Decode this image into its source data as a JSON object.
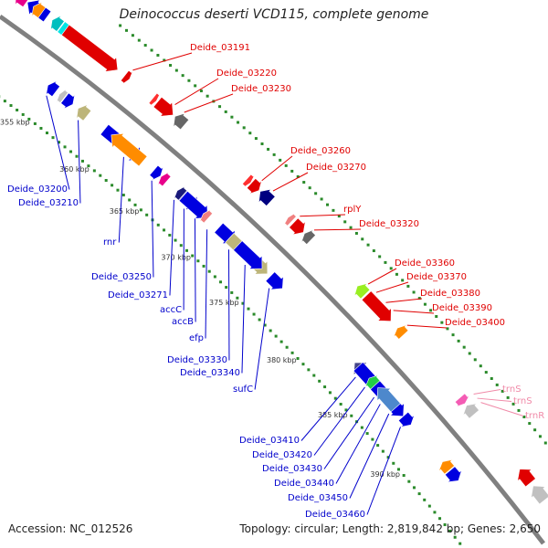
{
  "title": "Deinococcus deserti VCD115, complete genome",
  "accession": "Accession: NC_012526",
  "topology": "Topology: circular; Length: 2,819,842 bp; Genes: 2,650",
  "colors": {
    "backbone": "#808080",
    "label_red": "#e00000",
    "label_blue": "#0000cc",
    "label_pink": "#f08aa8",
    "dots": "#2a8a2a"
  },
  "kbp_labels": [
    "355 kbp",
    "360 kbp",
    "365 kbp",
    "370 kbp",
    "375 kbp",
    "380 kbp",
    "385 kbp",
    "390 kbp"
  ],
  "upper_labels": [
    "Deide_03191",
    "Deide_03220",
    "Deide_03230",
    "Deide_03260",
    "Deide_03270",
    "rplY",
    "Deide_03320",
    "Deide_03360",
    "Deide_03370",
    "Deide_03380",
    "Deide_03390",
    "Deide_03400"
  ],
  "lower_labels": [
    "Deide_03200",
    "Deide_03210",
    "rnr",
    "Deide_03250",
    "Deide_03271",
    "accC",
    "accB",
    "efp",
    "Deide_03330",
    "Deide_03340",
    "sufC",
    "Deide_03410",
    "Deide_03420",
    "Deide_03430",
    "Deide_03440",
    "Deide_03450",
    "Deide_03460"
  ],
  "trna_labels": [
    "trnS",
    "trnS",
    "trnR"
  ],
  "gene_blocks": {
    "outer": [
      {
        "c": "#e8008a",
        "s": 0.0,
        "e": 0.018,
        "f": "-"
      },
      {
        "c": "#0000e0",
        "s": 0.019,
        "e": 0.052,
        "f": "-"
      },
      {
        "c": "#ff8c00",
        "s": 0.029,
        "e": 0.043,
        "f": "-"
      },
      {
        "c": "#00bfbf",
        "s": 0.06,
        "e": 0.074,
        "f": "-"
      },
      {
        "c": "#00e5e5",
        "s": 0.075,
        "e": 0.17,
        "f": "+"
      },
      {
        "c": "#e00000",
        "s": 0.082,
        "e": 0.17,
        "f": "+"
      },
      {
        "c": "#e00000",
        "s": 0.182,
        "e": 0.19,
        "f": "+"
      },
      {
        "c": "#ff3030",
        "s": 0.23,
        "e": 0.236,
        "f": "+"
      },
      {
        "c": "#e00000",
        "s": 0.238,
        "e": 0.265,
        "f": "+"
      },
      {
        "c": "#666666",
        "s": 0.268,
        "e": 0.285,
        "f": "-"
      },
      {
        "c": "#ff3030",
        "s": 0.394,
        "e": 0.401,
        "f": "+"
      },
      {
        "c": "#e00000",
        "s": 0.402,
        "e": 0.416,
        "f": "+"
      },
      {
        "c": "#000080",
        "s": 0.418,
        "e": 0.437,
        "f": "-"
      },
      {
        "c": "#f08080",
        "s": 0.468,
        "e": 0.475,
        "f": "-"
      },
      {
        "c": "#e00000",
        "s": 0.478,
        "e": 0.496,
        "f": "+"
      },
      {
        "c": "#666666",
        "s": 0.498,
        "e": 0.51,
        "f": "-"
      },
      {
        "c": "#99ee22",
        "s": 0.595,
        "e": 0.61,
        "f": "-"
      },
      {
        "c": "#e00000",
        "s": 0.612,
        "e": 0.658,
        "f": "+"
      },
      {
        "c": "#ff8c00",
        "s": 0.67,
        "e": 0.682,
        "f": "-"
      },
      {
        "c": "#f45cb4",
        "s": 0.79,
        "e": 0.8,
        "f": "+"
      },
      {
        "c": "#c0c0c0",
        "s": 0.803,
        "e": 0.818,
        "f": "-"
      },
      {
        "c": "#e00000",
        "s": 0.908,
        "e": 0.93,
        "f": "-"
      },
      {
        "c": "#c0c0c0",
        "s": 0.935,
        "e": 0.958,
        "f": "-"
      }
    ],
    "inner": [
      {
        "c": "#0000e0",
        "s": 0.108,
        "e": 0.122,
        "f": "-"
      },
      {
        "c": "#c0c0c0",
        "s": 0.128,
        "e": 0.136,
        "f": "-"
      },
      {
        "c": "#0000e0",
        "s": 0.137,
        "e": 0.151,
        "f": "+"
      },
      {
        "c": "#bdb57a",
        "s": 0.16,
        "e": 0.176,
        "f": "-"
      },
      {
        "c": "#0000e0",
        "s": 0.206,
        "e": 0.27,
        "f": "+"
      },
      {
        "c": "#ff8c00",
        "s": 0.218,
        "e": 0.274,
        "f": "-"
      },
      {
        "c": "#0000e0",
        "s": 0.293,
        "e": 0.305,
        "f": "+"
      },
      {
        "c": "#e8008a",
        "s": 0.306,
        "e": 0.316,
        "f": "-"
      },
      {
        "c": "#1a1a7a",
        "s": 0.335,
        "e": 0.345,
        "f": "-"
      },
      {
        "c": "#6655cc",
        "s": 0.345,
        "e": 0.372,
        "f": "+"
      },
      {
        "c": "#0000e0",
        "s": 0.346,
        "e": 0.39,
        "f": "+"
      },
      {
        "c": "#f08080",
        "s": 0.382,
        "e": 0.391,
        "f": "-"
      },
      {
        "c": "#0000e0",
        "s": 0.41,
        "e": 0.44,
        "f": "+"
      },
      {
        "c": "#bdb57a",
        "s": 0.43,
        "e": 0.5,
        "f": "+"
      },
      {
        "c": "#0000e0",
        "s": 0.445,
        "e": 0.49,
        "f": "+"
      },
      {
        "c": "#0000e0",
        "s": 0.505,
        "e": 0.528,
        "f": "+"
      },
      {
        "c": "#44448a",
        "s": 0.665,
        "e": 0.69,
        "f": "-"
      },
      {
        "c": "#0000e0",
        "s": 0.672,
        "e": 0.76,
        "f": "+"
      },
      {
        "c": "#22cc44",
        "s": 0.693,
        "e": 0.705,
        "f": "-"
      },
      {
        "c": "#4d88cc",
        "s": 0.71,
        "e": 0.745,
        "f": "-"
      },
      {
        "c": "#0000e0",
        "s": 0.76,
        "e": 0.775,
        "f": "+"
      },
      {
        "c": "#ff8c00",
        "s": 0.838,
        "e": 0.852,
        "f": "-"
      },
      {
        "c": "#0000e0",
        "s": 0.853,
        "e": 0.87,
        "f": "+"
      }
    ]
  }
}
